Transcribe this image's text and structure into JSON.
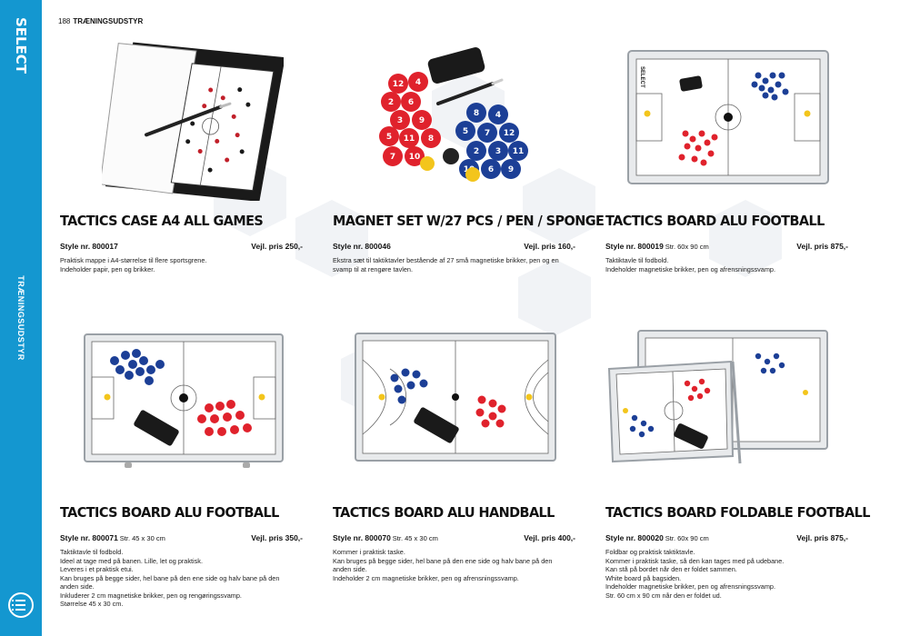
{
  "page": {
    "number": "188",
    "section": "TRÆNINGSUDSTYR"
  },
  "sidebar": {
    "brand": "SELECT",
    "label": "TRÆNINGSUDSTYR"
  },
  "products": [
    {
      "title": "TACTICS CASE A4 ALL GAMES",
      "style": "Style nr. 800017",
      "size": "",
      "price": "Vejl. pris 250,-",
      "desc": [
        "Praktisk mappe i A4-størrelse til flere sportsgrene.",
        "Indeholder papir, pen og brikker."
      ]
    },
    {
      "title": "MAGNET SET W/27 PCS / PEN / SPONGE",
      "style": "Style nr. 800046",
      "size": "",
      "price": "Vejl. pris 160,-",
      "desc": [
        "Ekstra sæt til taktiktavler bestående af 27 små magnetiske brikker, pen og en",
        "svamp til at rengøre tavlen."
      ]
    },
    {
      "title": "TACTICS BOARD ALU FOOTBALL",
      "style": "Style nr. 800019",
      "size": "Str. 60x 90 cm",
      "price": "Vejl. pris 875,-",
      "desc": [
        "Taktiktavle til fodbold.",
        "Indeholder magnetiske brikker, pen og afrensningssvamp."
      ]
    },
    {
      "title": "TACTICS BOARD ALU FOOTBALL",
      "style": "Style nr. 800071",
      "size": "Str. 45 x 30 cm",
      "price": "Vejl. pris 350,-",
      "desc": [
        "Taktiktavle til fodbold.",
        "Ideel at tage med på banen. Lille, let og praktisk.",
        "Leveres i et praktisk etui.",
        "Kan bruges på begge sider, hel bane på den ene side og halv bane på den",
        "anden side.",
        "Inkluderer 2 cm magnetiske brikker, pen og rengøringssvamp.",
        "Størrelse 45 x 30 cm."
      ]
    },
    {
      "title": "TACTICS BOARD ALU HANDBALL",
      "style": "Style nr. 800070",
      "size": "Str. 45 x 30 cm",
      "price": "Vejl. pris 400,-",
      "desc": [
        "Kommer i praktisk taske.",
        "Kan bruges på begge sider, hel bane på den ene side og halv bane på den",
        "anden side.",
        "Indeholder 2 cm magnetiske brikker, pen og afrensningssvamp."
      ]
    },
    {
      "title": "TACTICS BOARD FOLDABLE FOOTBALL",
      "style": "Style nr. 800020",
      "size": "Str. 60x 90 cm",
      "price": "Vejl. pris 875,-",
      "desc": [
        "Foldbar og praktisk taktiktavle.",
        "Kommer i praktisk taske, så den kan tages med på udebane.",
        "Kan stå på bordet når den er foldet sammen.",
        "White board på bagsiden.",
        "Indeholder magnetiske brikker, pen og afrensningssvamp.",
        "Str. 60 cm x 90 cm når den er foldet ud."
      ]
    }
  ],
  "images": {
    "brand_mark": "SELECT",
    "magnets_red": [
      "12",
      "4",
      "2",
      "6",
      "3",
      "9",
      "5",
      "11",
      "8",
      "7",
      "10"
    ],
    "magnets_blue": [
      "8",
      "4",
      "5",
      "7",
      "12",
      "2",
      "3",
      "11",
      "10",
      "6",
      "9"
    ]
  },
  "colors": {
    "sidebar": "#1497d0",
    "red": "#e0222c",
    "blue": "#1c3f96",
    "yellow": "#f3c51c"
  }
}
